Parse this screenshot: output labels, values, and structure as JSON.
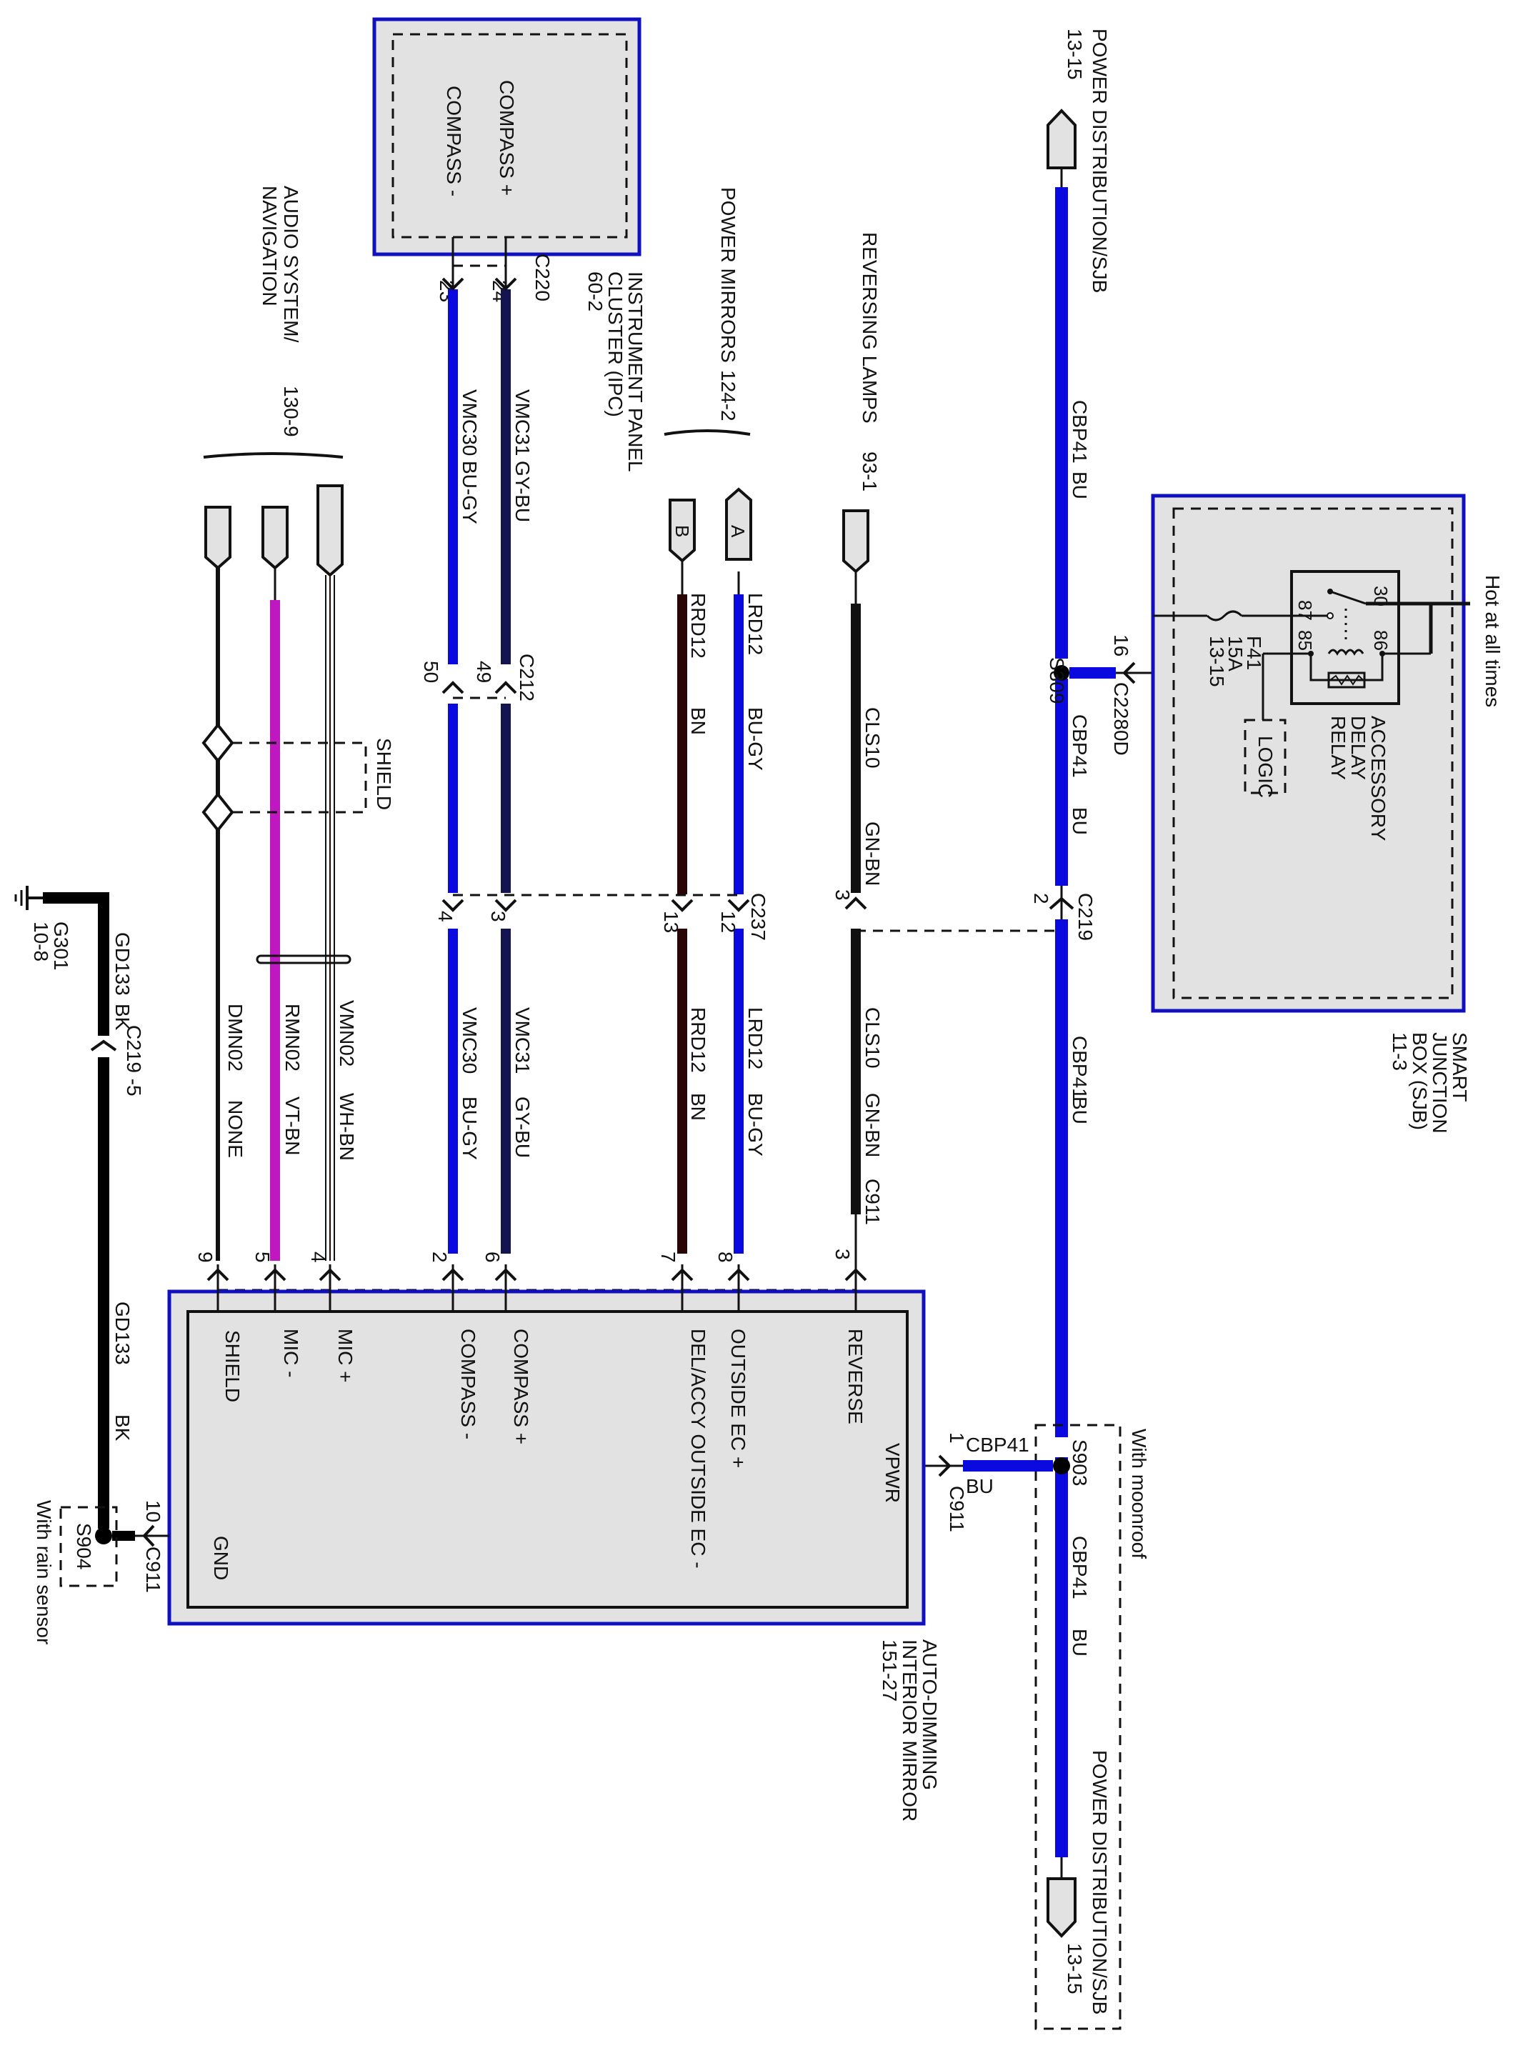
{
  "diagram": {
    "colors": {
      "BU": "#0a0ae0",
      "BK": "#000000",
      "BN": "#2a0505",
      "VT": "#c018c0",
      "GY_BU": "#141450",
      "component_fill": "#e2e2e2",
      "component_border": "#1010c0"
    },
    "top_connector": {
      "label": "POWER DISTRIBUTION/SJB",
      "ref": "13-15"
    },
    "bottom_connector": {
      "label": "POWER DISTRIBUTION/SJB",
      "ref": "13-15"
    },
    "main_bus": {
      "segments": [
        {
          "circuit": "CBP41",
          "color": "BU"
        },
        {
          "circuit": "CBP41",
          "color": "BU"
        },
        {
          "circuit": "CBP41",
          "color": "BU"
        },
        {
          "circuit": "CBP41",
          "color": "BU"
        }
      ]
    },
    "sjb": {
      "title_lines": [
        "SMART",
        "JUNCTION",
        "BOX (SJB)",
        "11-3"
      ],
      "hot_label": "Hot at all times",
      "relay_lines": [
        "ACCESSORY",
        "DELAY",
        "RELAY"
      ],
      "relay_pins": [
        "30",
        "87",
        "86",
        "85"
      ],
      "fuse_lines": [
        "F41",
        "15A",
        "13-15"
      ],
      "logic_label": "LOGIC",
      "output_pin": "16",
      "output_connector": "C2280D"
    },
    "splices": {
      "s309": "S309",
      "s903": "S903",
      "s904": "S904",
      "moonroof_note": "With moonroof",
      "rain_note": "With rain sensor"
    },
    "c219_bus": {
      "pin": "2",
      "connector": "C219"
    },
    "ipc": {
      "title_lines": [
        "INSTRUMENT PANEL",
        "CLUSTER (IPC)",
        "60-2"
      ],
      "pins": [
        "COMPASS +",
        "COMPASS -"
      ],
      "connector": "C220",
      "pin_numbers": [
        "24",
        "23"
      ]
    },
    "reversing_lamps": {
      "label": "REVERSING LAMPS",
      "ref": "93-1"
    },
    "power_mirrors": {
      "label": "POWER MIRRORS",
      "ref": "124-2",
      "pins": [
        "A",
        "B"
      ]
    },
    "audio": {
      "title_lines": [
        "AUDIO SYSTEM/",
        "NAVIGATION"
      ],
      "ref": "130-9",
      "shield_label": "SHIELD"
    },
    "c212": {
      "connector": "C212",
      "pins": [
        "49",
        "50"
      ]
    },
    "c237": {
      "connector": "C237",
      "pins": [
        "12",
        "13",
        "3",
        "4"
      ],
      "rev_pin": "3"
    },
    "wires": [
      {
        "id": "reverse",
        "upper": {
          "circuit": "CLS10",
          "color": "GN-BN"
        },
        "lower": {
          "circuit": "CLS10",
          "color": "GN-BN"
        },
        "mirror_pin": "3",
        "mirror_conn": "C911"
      },
      {
        "id": "outside-ec-plus",
        "upper": {
          "circuit": "LRD12",
          "color": "BU-GY"
        },
        "lower": {
          "circuit": "LRD12",
          "color": "BU-GY"
        },
        "mirror_pin": "8"
      },
      {
        "id": "outside-ec-minus",
        "upper": {
          "circuit": "RRD12",
          "color": "BN"
        },
        "lower": {
          "circuit": "RRD12",
          "color": "BN"
        },
        "mirror_pin": "7"
      },
      {
        "id": "compass-plus",
        "upper": {
          "circuit": "VMC31",
          "color": "GY-BU"
        },
        "lower": {
          "circuit": "VMC31",
          "color": "GY-BU"
        },
        "mirror_pin": "6"
      },
      {
        "id": "compass-minus",
        "upper": {
          "circuit": "VMC30",
          "color": "BU-GY"
        },
        "lower": {
          "circuit": "VMC30",
          "color": "BU-GY"
        },
        "mirror_pin": "2"
      },
      {
        "id": "mic-plus",
        "lower": {
          "circuit": "VMN02",
          "color": "WH-BN"
        },
        "mirror_pin": "4"
      },
      {
        "id": "mic-minus",
        "lower": {
          "circuit": "RMN02",
          "color": "VT-BN"
        },
        "mirror_pin": "5"
      },
      {
        "id": "shield",
        "lower": {
          "circuit": "DMN02",
          "color": "NONE"
        },
        "mirror_pin": "9"
      }
    ],
    "mirror": {
      "title_lines": [
        "AUTO-DIMMING",
        "INTERIOR MIRROR",
        "151-27"
      ],
      "pins": [
        "REVERSE",
        "OUTSIDE EC +",
        "DEL/ACCY OUTSIDE EC -",
        "COMPASS +",
        "COMPASS -",
        "MIC +",
        "MIC -",
        "SHIELD",
        "VPWR",
        "GND"
      ],
      "vpwr_pin": "1",
      "vpwr_conn": "C911",
      "vpwr_circuit": "CBP41",
      "vpwr_color": "BU",
      "gnd_pin": "10",
      "gnd_conn": "C911"
    },
    "ground": {
      "label": "G301",
      "ref": "10-8",
      "upper": {
        "circuit": "GD133",
        "color": "BK"
      },
      "lower": {
        "circuit": "GD133",
        "color": "BK"
      },
      "connector": "C219 -5"
    }
  }
}
